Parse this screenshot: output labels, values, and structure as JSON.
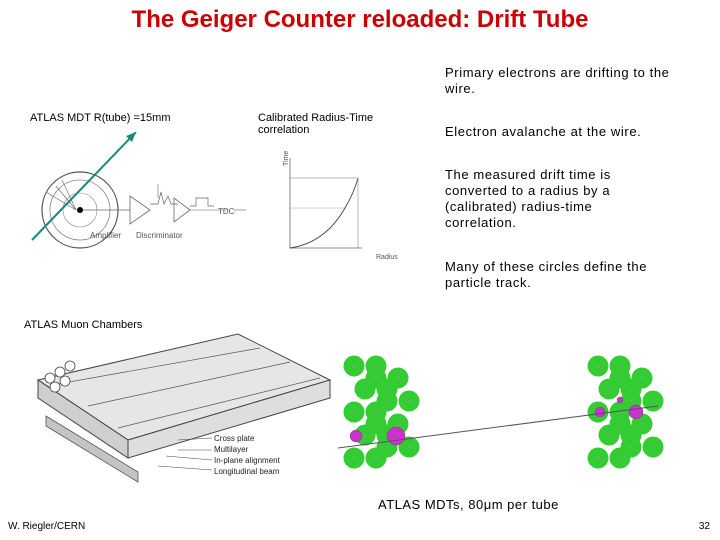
{
  "slide": {
    "title": "The Geiger Counter reloaded: Drift Tube",
    "bullets": [
      "Primary electrons are drifting to the wire.",
      "Electron avalanche at the wire.",
      "The measured drift time is converted to a radius by a (calibrated) radius-time correlation.",
      "Many of these circles define the particle track."
    ],
    "labels": {
      "mdt": "ATLAS MDT R(tube) =15mm",
      "calibrated": "Calibrated Radius-Time correlation",
      "muon_chambers": "ATLAS Muon Chambers",
      "mdts_caption": "ATLAS MDTs, 80μm per tube"
    },
    "circuit": {
      "amplifier": "Amplifier",
      "discriminator": "Discriminator",
      "tdc": "TDC"
    },
    "rt_plot": {
      "ylabel": "Time",
      "xlabel": "Radius"
    },
    "chamber_labels": {
      "cross_plate": "Cross plate",
      "multilayer": "Multilayer",
      "in_plane": "In-plane alignment",
      "longitudinal": "Longitudinal beam"
    },
    "footer": {
      "author": "W. Riegler/CERN",
      "page": "32"
    },
    "colors": {
      "title": "#cc0000",
      "tube": "#33cc33",
      "hit": "#cc33cc",
      "track": "#1a8a7a"
    }
  }
}
